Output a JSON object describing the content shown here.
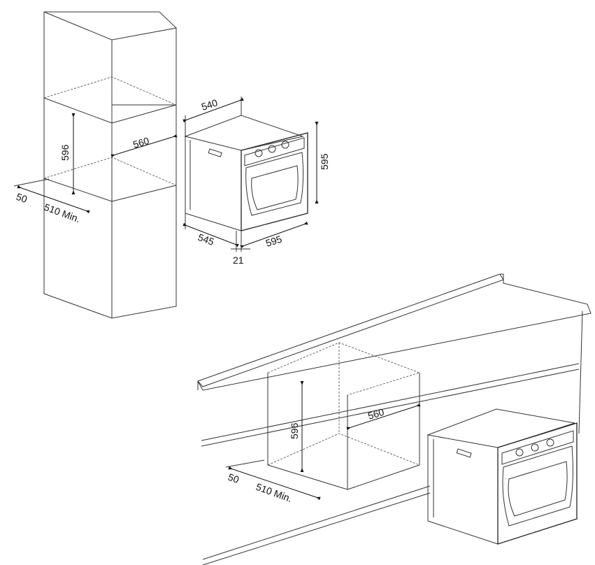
{
  "tall_unit": {
    "niche_height": "596",
    "niche_width": "560",
    "front_offset": "50",
    "niche_depth": "510 Min."
  },
  "oven_top": {
    "depth_top": "540",
    "height": "595",
    "side_depth": "545",
    "width": "595",
    "front_thickness": "21"
  },
  "under_counter": {
    "niche_height": "596",
    "niche_width": "560",
    "front_offset": "50",
    "niche_depth": "510 Min."
  }
}
